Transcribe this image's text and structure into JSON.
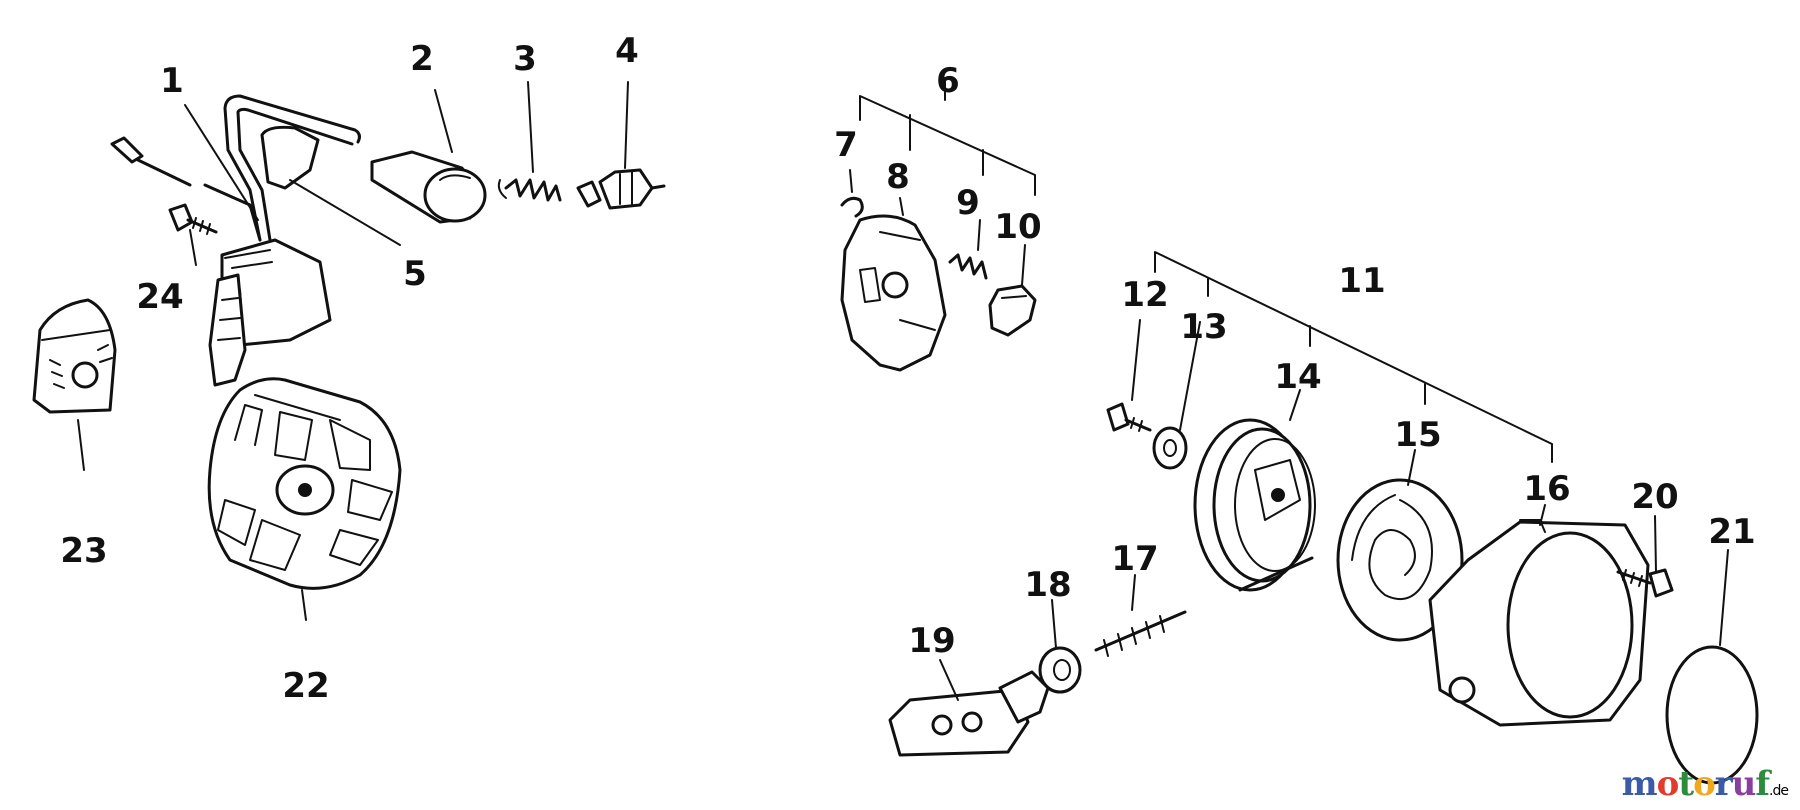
{
  "diagram": {
    "callouts": [
      "1",
      "2",
      "3",
      "4",
      "5",
      "6",
      "7",
      "8",
      "9",
      "10",
      "11",
      "12",
      "13",
      "14",
      "15",
      "16",
      "17",
      "18",
      "19",
      "20",
      "21",
      "22",
      "23",
      "24"
    ]
  },
  "watermark": {
    "parts": [
      {
        "text": "m",
        "color": "#3b5aa8"
      },
      {
        "text": "o",
        "color": "#e23b2e"
      },
      {
        "text": "t",
        "color": "#2e8b3e"
      },
      {
        "text": "o",
        "color": "#f2a81d"
      },
      {
        "text": "r",
        "color": "#3b5aa8"
      },
      {
        "text": "u",
        "color": "#8a3fa0"
      },
      {
        "text": "f",
        "color": "#2e8b3e"
      }
    ],
    "suffix": ".de"
  }
}
